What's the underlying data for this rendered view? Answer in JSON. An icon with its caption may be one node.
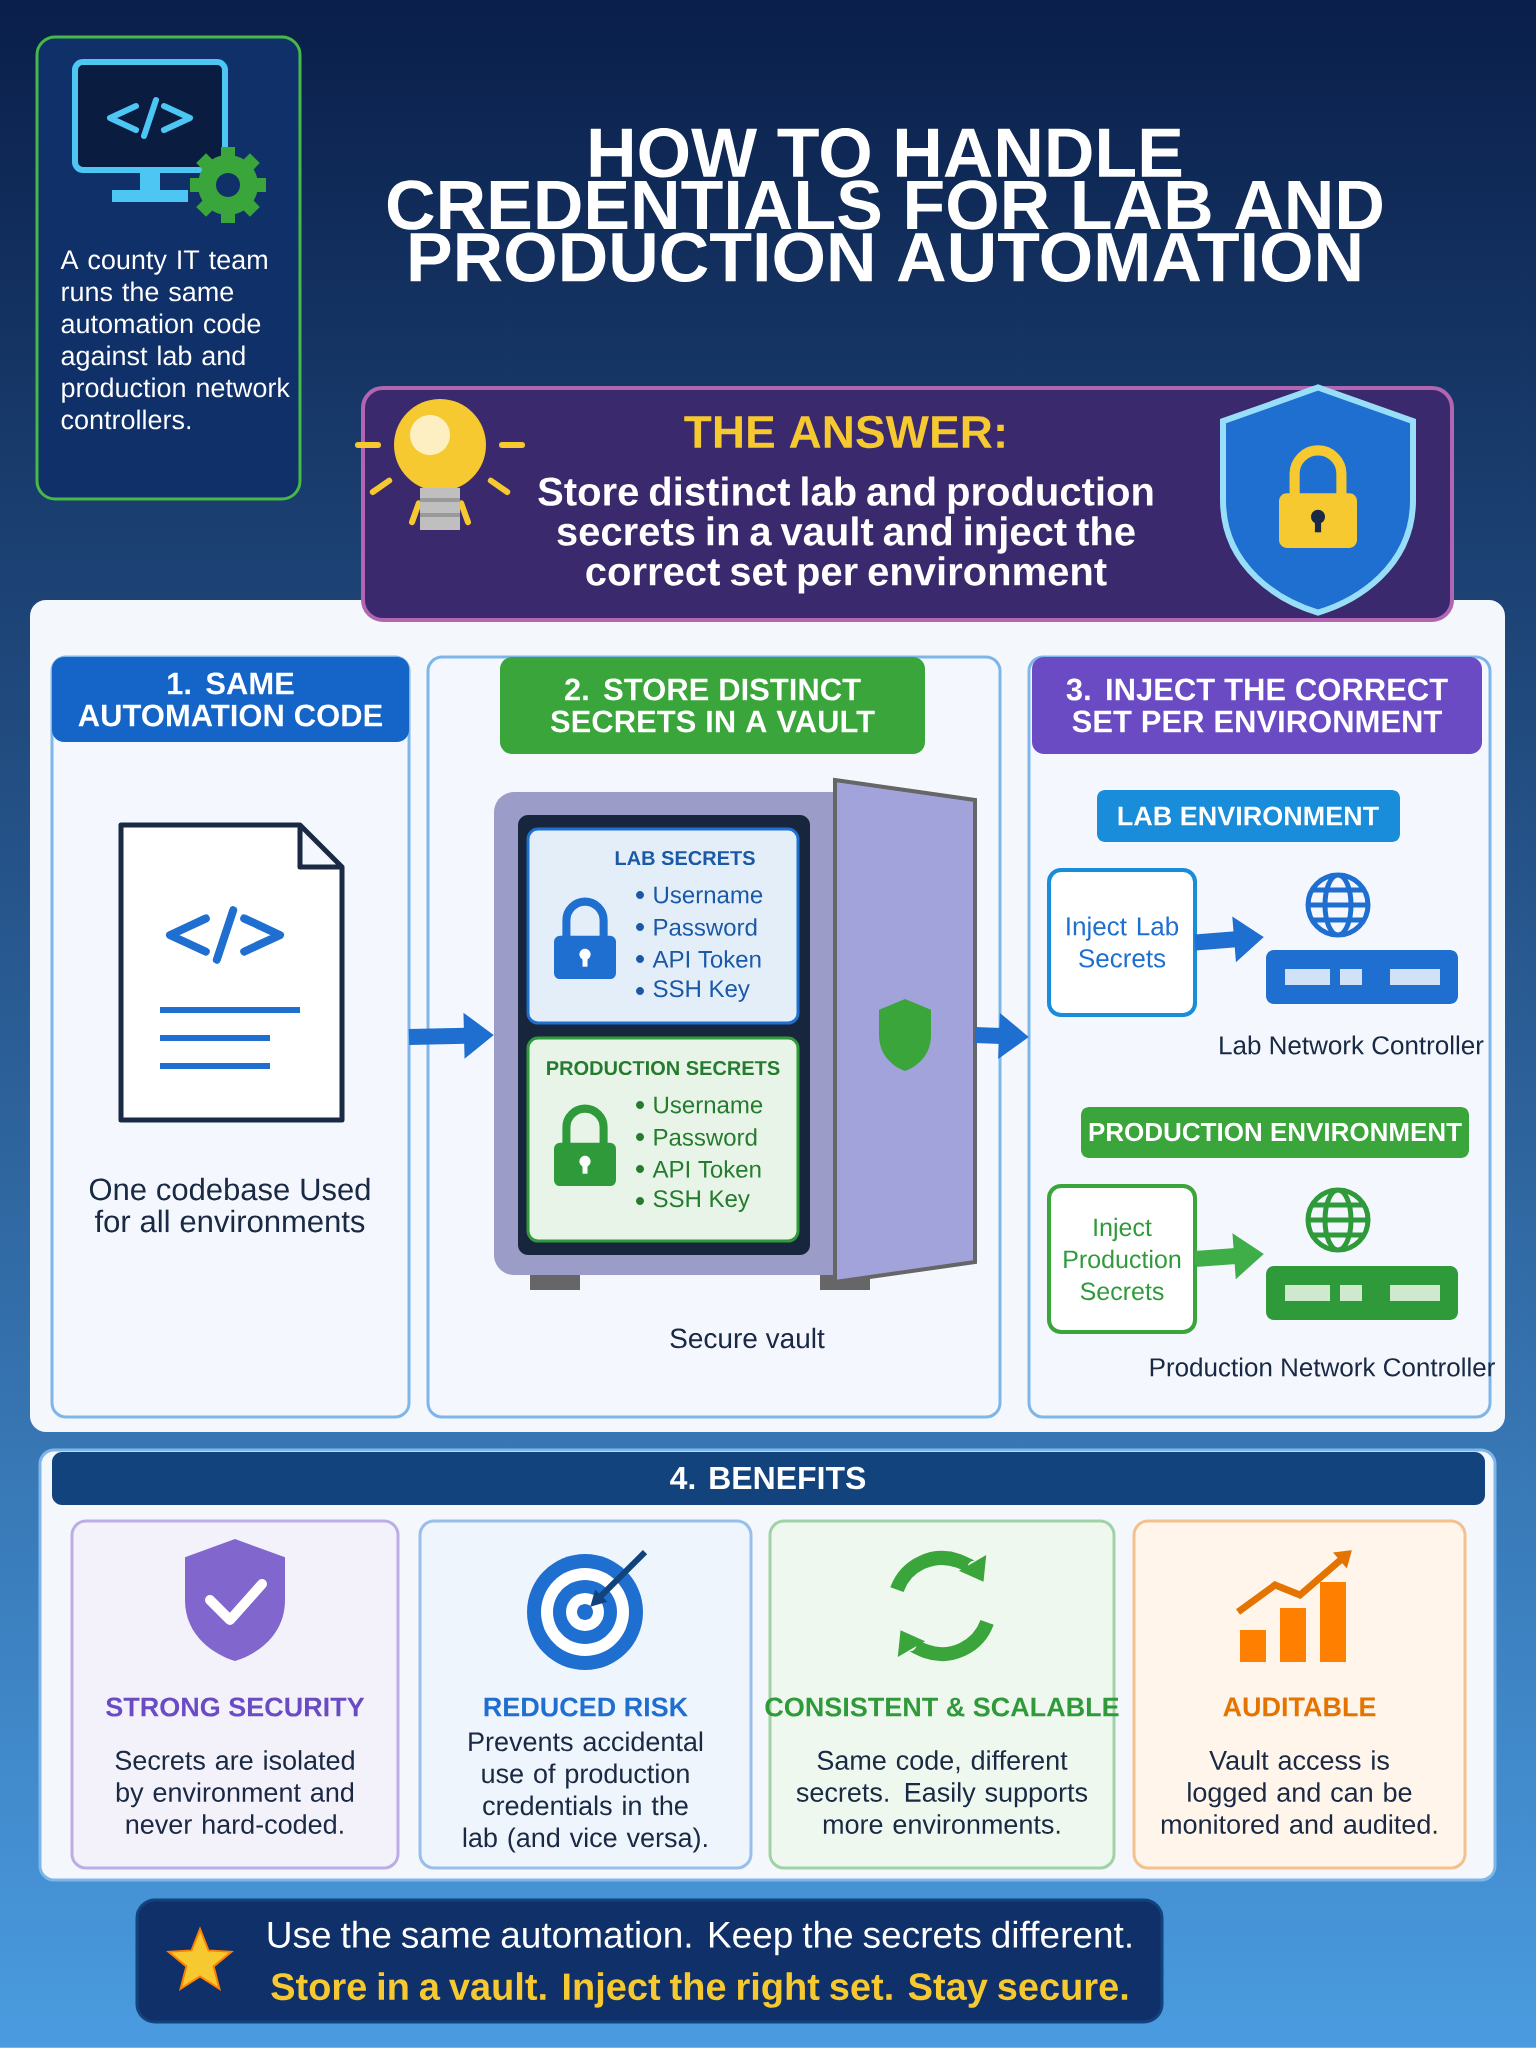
{
  "diagram": {
    "title": "HOW TO HANDLE CREDENTIALS FOR LAB AND PRODUCTION AUTOMATION",
    "nodes": [
      {
        "text": [
          "A county IT team runs the same automation code against lab and production network controllers."
        ]
      },
      {
        "text": [
          "THE ANSWER:",
          "Store distinct lab and production secrets in a vault and inject the correct set per environment"
        ]
      },
      {
        "text": [
          "1. SAME AUTOMATION CODE",
          "One codebase Used for all environments"
        ]
      },
      {
        "text": [
          "2. STORE DISTINCT SECRETS IN A VAULT"
        ]
      },
      {
        "text": [],
        "shape": "picture",
        "beside": [
          "Secure vault"
        ],
        "in": 3
      },
      {
        "text": [
          "LAB SECRETS",
          "Username",
          "Password",
          "API Token",
          "SSH Key"
        ],
        "in": 4
      },
      {
        "text": [
          "PRODUCTION SECRETS",
          "Username",
          "Password",
          "API Token",
          "SSH Key"
        ],
        "in": 4
      },
      {
        "text": [
          "3. INJECT THE CORRECT SET PER ENVIRONMENT"
        ]
      },
      {
        "text": [
          "LAB ENVIRONMENT"
        ],
        "in": 7
      },
      {
        "text": [
          "Inject Lab Secrets"
        ],
        "in": 7
      },
      {
        "text": [],
        "shape": "picture",
        "beside": [
          "Lab Network Controller"
        ],
        "in": 7
      },
      {
        "text": [
          "PRODUCTION ENVIRONMENT"
        ],
        "in": 7
      },
      {
        "text": [
          "Inject Production Secrets"
        ],
        "in": 7
      },
      {
        "text": [],
        "shape": "picture",
        "beside": [
          "Production Network Controller"
        ],
        "in": 7
      },
      {
        "text": [
          "4. BENEFITS"
        ]
      },
      {
        "text": [
          "STRONG SECURITY",
          "Secrets are isolated by environment and never hard-coded."
        ],
        "in": 14
      },
      {
        "text": [
          "REDUCED RISK",
          "Prevents accidental use of production credentials in the lab (and vice versa)."
        ],
        "in": 14
      },
      {
        "text": [
          "CONSISTENT & SCALABLE",
          "Same code, different secrets. Easily supports more environments."
        ],
        "in": 14
      },
      {
        "text": [
          "AUDITABLE",
          "Vault access is logged and can be monitored and audited."
        ],
        "in": 14
      },
      {
        "text": [
          "Use the same automation. Keep the secrets different.",
          "Store in a vault. Inject the right set. Stay secure."
        ]
      }
    ],
    "edges": [
      {
        "from": 2,
        "to": 4,
        "arrow": "to"
      },
      {
        "from": 4,
        "to": 7,
        "arrow": "to"
      },
      {
        "from": 9,
        "to": 10,
        "arrow": "to"
      },
      {
        "from": 12,
        "to": 13,
        "arrow": "to",
        "color": "#3fae49"
      }
    ]
  }
}
